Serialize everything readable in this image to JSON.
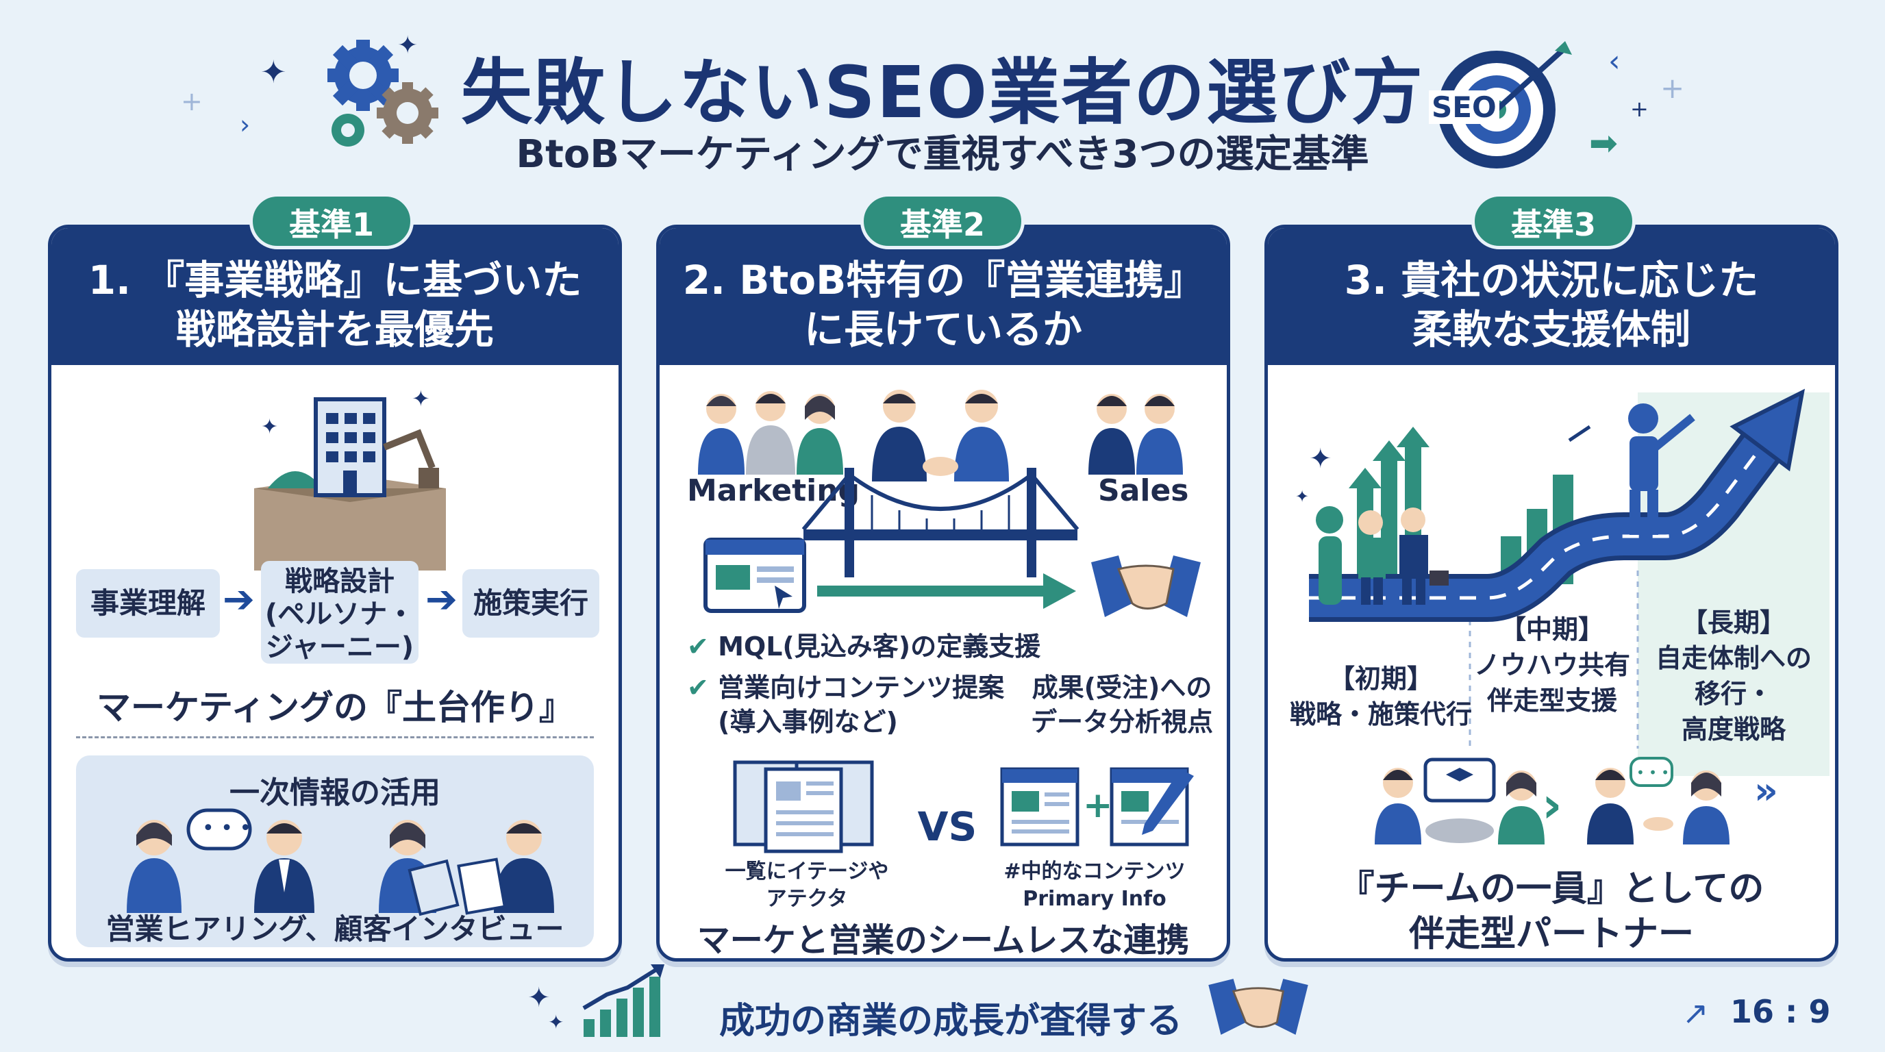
{
  "header": {
    "title": "失敗しないSEO業者の選び方",
    "subtitle": "BtoBマーケティングで重視すべき3つの選定基準",
    "seo_icon_text": "SEO"
  },
  "colors": {
    "navy": "#1b3b7a",
    "teal": "#2f8f7e",
    "blue": "#2d5bb0",
    "background": "#e9f2f9"
  },
  "cards": [
    {
      "badge": "基準1",
      "title_line1": "1. 『事業戦略』に基づいた",
      "title_line2": "戦略設計を最優先",
      "flow": [
        "事業理解",
        "戦略設計\n(ペルソナ・\nジャーニー)",
        "施策実行"
      ],
      "foundation_label": "マーケティングの『土台作り』",
      "primary_info_heading": "一次情報の活用",
      "primary_info_caption": "営業ヒアリング、顧客インタビュー"
    },
    {
      "badge": "基準2",
      "title_line1": "2. BtoB特有の『営業連携』",
      "title_line2": "に長けているか",
      "marketing_label": "Marketing",
      "sales_label": "Sales",
      "checklist": [
        "MQL(見込み客)の定義支援",
        "営業向けコンテンツ提案\n(導入事例など)"
      ],
      "analysis_label": "成果(受注)への\nデータ分析視点",
      "compare_left": "一覧にイテージや\nアテクタ",
      "compare_vs": "VS",
      "compare_right_line1": "#中的なコンテンツ",
      "compare_right_line2": "Primary Info",
      "footer_label": "マーケと営業のシームレスな連携"
    },
    {
      "badge": "基準3",
      "title_line1": "3. 貴社の状況に応じた",
      "title_line2": "柔軟な支援体制",
      "phase_initial": "【初期】\n戦略・施策代行",
      "phase_mid": "【中期】\nノウハウ共有\n伴走型支援",
      "phase_long": "【長期】\n自走体制への\n移行・\n高度戦略",
      "partner_label": "『チームの一員』としての\n伴走型パートナー"
    }
  ],
  "footer": {
    "caption": "成功の商業の成長が査得する",
    "ratio": "16 : 9"
  }
}
